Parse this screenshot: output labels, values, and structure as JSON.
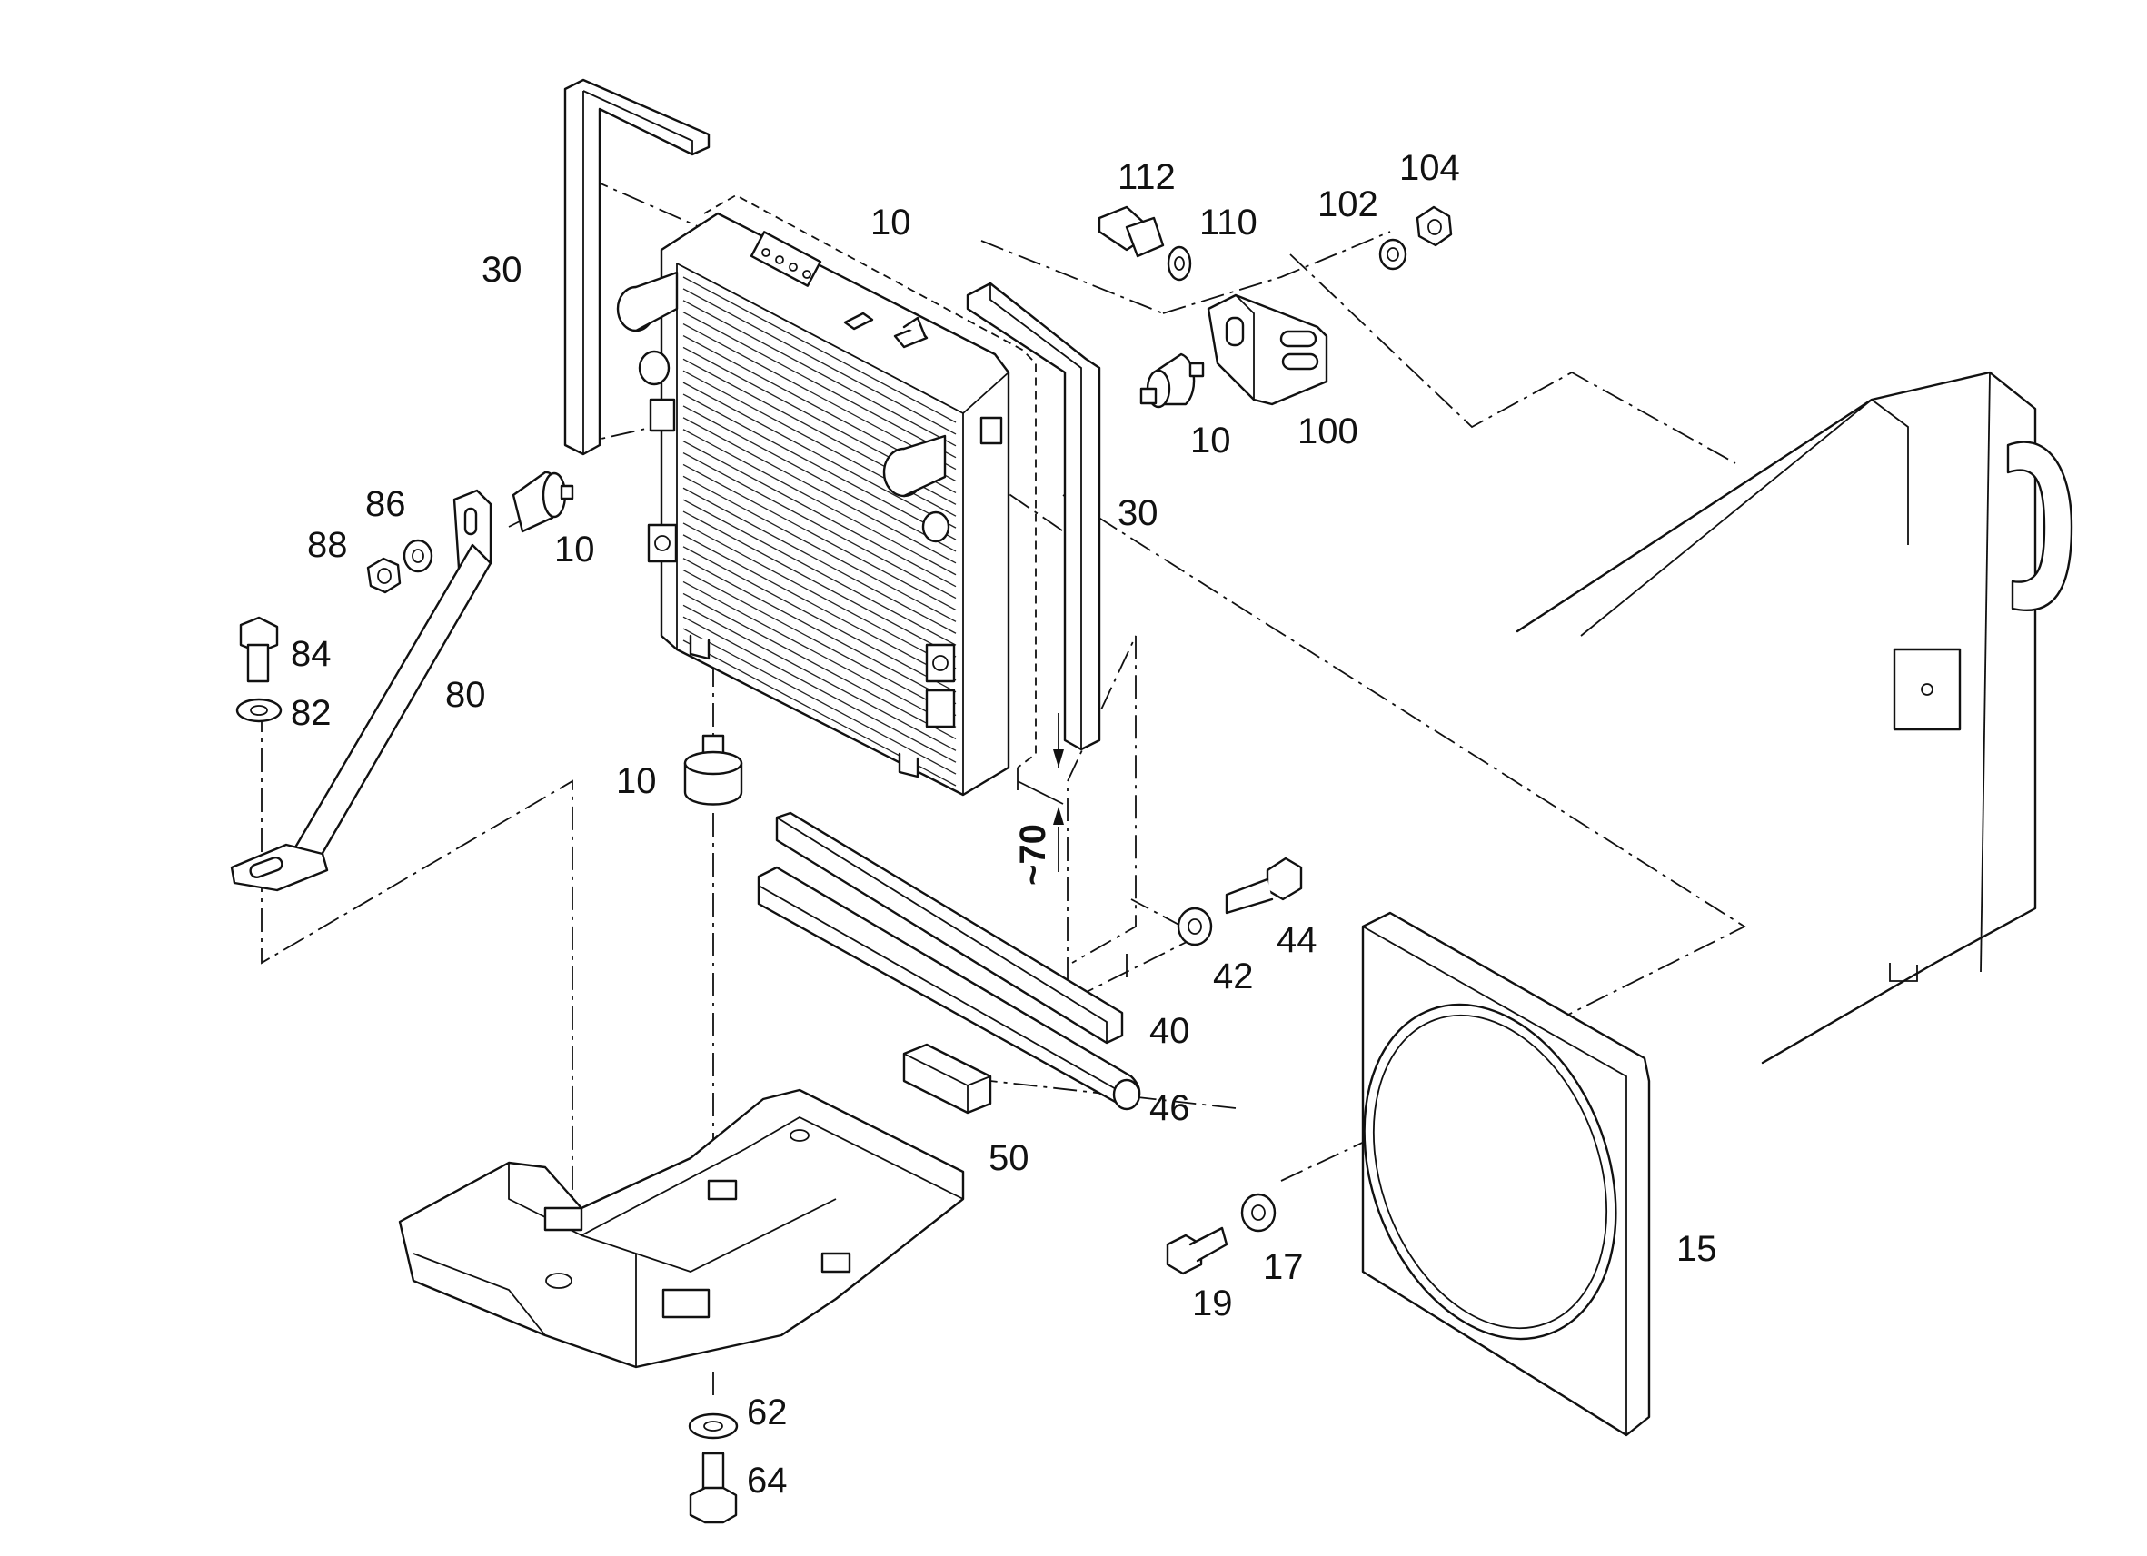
{
  "callouts": {
    "c10_top": "10",
    "c30_left": "30",
    "c112": "112",
    "c110": "110",
    "c102": "102",
    "c104": "104",
    "c10_right_mount": "10",
    "c100": "100",
    "c30_right": "30",
    "c86": "86",
    "c88": "88",
    "c10_left_mount": "10",
    "c84": "84",
    "c82": "82",
    "c80": "80",
    "c10_bottom_mount": "10",
    "c44": "44",
    "c42": "42",
    "c40": "40",
    "c46": "46",
    "c50": "50",
    "c62": "62",
    "c64": "64",
    "c17": "17",
    "c19": "19",
    "c15": "15"
  },
  "dimension": {
    "gap_label": "~70"
  }
}
